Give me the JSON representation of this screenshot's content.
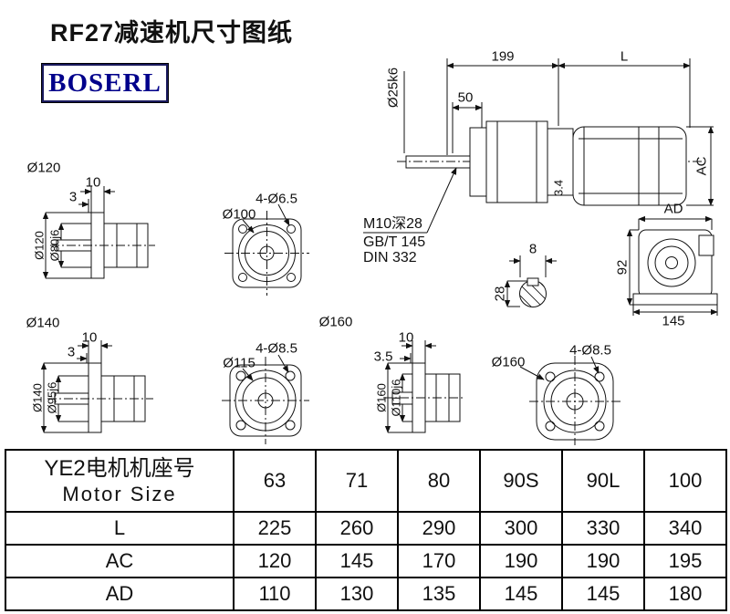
{
  "page": {
    "title": "RF27减速机尺寸图纸",
    "logo": "BOSERL"
  },
  "main_view": {
    "dim_top_left": "199",
    "dim_top_right": "L",
    "dim_shaft_len": "50",
    "shaft_dia": "Ø25k6",
    "dim_ac": "AC",
    "dim_small": "3.4",
    "note_1": "M10深28",
    "note_2": "GB/T 145",
    "note_3": "DIN 332"
  },
  "rear_view": {
    "dim_ad": "AD",
    "dim_height": "92",
    "dim_width": "145"
  },
  "key_section": {
    "dim_width": "8",
    "dim_height": "28"
  },
  "view_120": {
    "title": "Ø120",
    "dim_flange": "10",
    "dim_step": "3",
    "dia_outer": "Ø120",
    "dia_spigot": "Ø80j6"
  },
  "flange_100": {
    "holes": "4-Ø6.5",
    "dia": "Ø100"
  },
  "view_140": {
    "title": "Ø140",
    "dim_flange": "10",
    "dim_step": "3",
    "dia_outer": "Ø140",
    "dia_spigot": "Ø95j6"
  },
  "flange_115": {
    "holes": "4-Ø8.5",
    "dia": "Ø115"
  },
  "view_160": {
    "title": "Ø160",
    "dim_flange": "10",
    "dim_step": "3.5",
    "dia_outer": "Ø160",
    "dia_spigot": "Ø110j6"
  },
  "flange_160": {
    "holes": "4-Ø8.5",
    "dia": "Ø160"
  },
  "table": {
    "header_cn": "YE2电机机座号",
    "header_en": "Motor Size",
    "sizes": [
      "63",
      "71",
      "80",
      "90S",
      "90L",
      "100"
    ],
    "rows": [
      {
        "label": "L",
        "values": [
          "225",
          "260",
          "290",
          "300",
          "330",
          "340"
        ]
      },
      {
        "label": "AC",
        "values": [
          "120",
          "145",
          "170",
          "190",
          "190",
          "195"
        ]
      },
      {
        "label": "AD",
        "values": [
          "110",
          "130",
          "135",
          "145",
          "145",
          "180"
        ]
      }
    ]
  }
}
